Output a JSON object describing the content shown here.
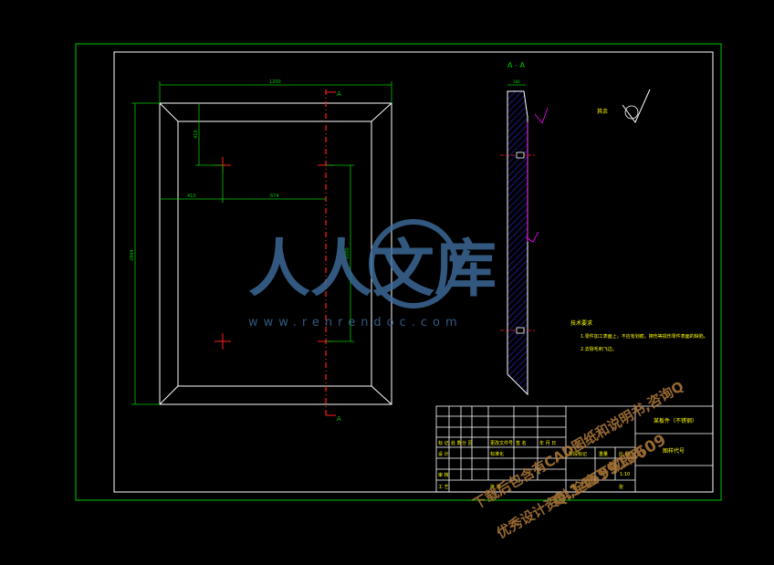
{
  "drawing": {
    "section_label": "A - A",
    "cut_marker": "A",
    "dimensions": {
      "overall_width": "1200",
      "overall_height": "2864",
      "top_offset": "410",
      "left_offset": "410",
      "hole_spacing_h": "674",
      "hole_spacing_v": "1000",
      "section_thickness": "180"
    },
    "surface_finish": "其余",
    "tech_req_title": "技术要求",
    "tech_req_items": [
      "1.零件加工表面上，不应有划痕，擦伤等损伤零件表面的缺陷。",
      "2.去除毛刺飞边。"
    ]
  },
  "title_block": {
    "title_main": "某板件（不锈钢）",
    "title_sub": "图样代号",
    "row_labels": [
      "标 记",
      "处 数",
      "分 区",
      "更改文件号",
      "签 名",
      "年 月 日"
    ],
    "design": "设 计",
    "check": "审 核",
    "process": "工 艺",
    "approve": "批 准",
    "standard": "标准化",
    "stage_mark": "阶段标记",
    "weight": "重量",
    "scale_label": "比 例",
    "scale_value": "1:10",
    "sheet": "共",
    "sheet_of": "张"
  },
  "watermark": {
    "logo_text": "人人文库",
    "url": "www.renrendoc.com",
    "promo_lines": [
      "下载后包含有CAD图纸和说明书,咨询Q",
      "Q:1459919609",
      "优秀设计资料,全套下载即可"
    ]
  },
  "colors": {
    "background": "#000000",
    "border": "#00c800",
    "outline": "#ffffff",
    "center_line": "#ff2020",
    "dimension": "#00c800",
    "hatch": "#3030ff",
    "text_yellow": "#ffff00",
    "magenta": "#ff00ff",
    "watermark": "#3f6f9f"
  }
}
